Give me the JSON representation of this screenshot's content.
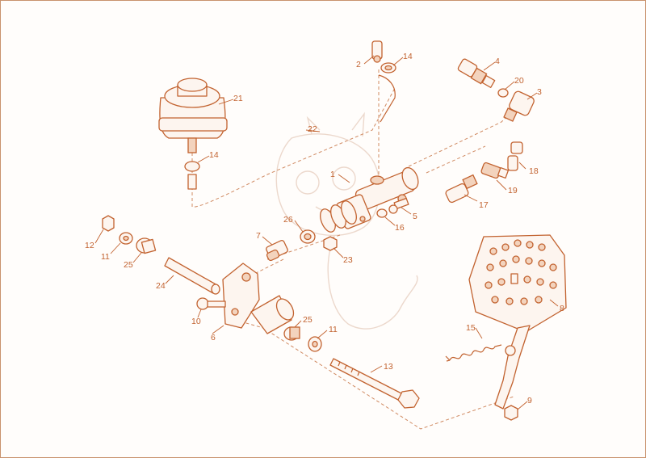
{
  "diagram": {
    "accent_color": "#c2622f",
    "callouts": [
      {
        "id": "c-2",
        "text": "2"
      },
      {
        "id": "c-14a",
        "text": "14"
      },
      {
        "id": "c-4",
        "text": "4"
      },
      {
        "id": "c-20",
        "text": "20"
      },
      {
        "id": "c-3",
        "text": "3"
      },
      {
        "id": "c-21",
        "text": "21"
      },
      {
        "id": "c-22",
        "text": "22"
      },
      {
        "id": "c-14b",
        "text": "14"
      },
      {
        "id": "c-18",
        "text": "18"
      },
      {
        "id": "c-1",
        "text": "1"
      },
      {
        "id": "c-19",
        "text": "19"
      },
      {
        "id": "c-17",
        "text": "17"
      },
      {
        "id": "c-5",
        "text": "5"
      },
      {
        "id": "c-16",
        "text": "16"
      },
      {
        "id": "c-26",
        "text": "26"
      },
      {
        "id": "c-7",
        "text": "7"
      },
      {
        "id": "c-23",
        "text": "23"
      },
      {
        "id": "c-12",
        "text": "12"
      },
      {
        "id": "c-11a",
        "text": "11"
      },
      {
        "id": "c-25a",
        "text": "25"
      },
      {
        "id": "c-24",
        "text": "24"
      },
      {
        "id": "c-10",
        "text": "10"
      },
      {
        "id": "c-6",
        "text": "6"
      },
      {
        "id": "c-25b",
        "text": "25"
      },
      {
        "id": "c-11b",
        "text": "11"
      },
      {
        "id": "c-8",
        "text": "8"
      },
      {
        "id": "c-15",
        "text": "15"
      },
      {
        "id": "c-13",
        "text": "13"
      },
      {
        "id": "c-9",
        "text": "9"
      }
    ]
  }
}
